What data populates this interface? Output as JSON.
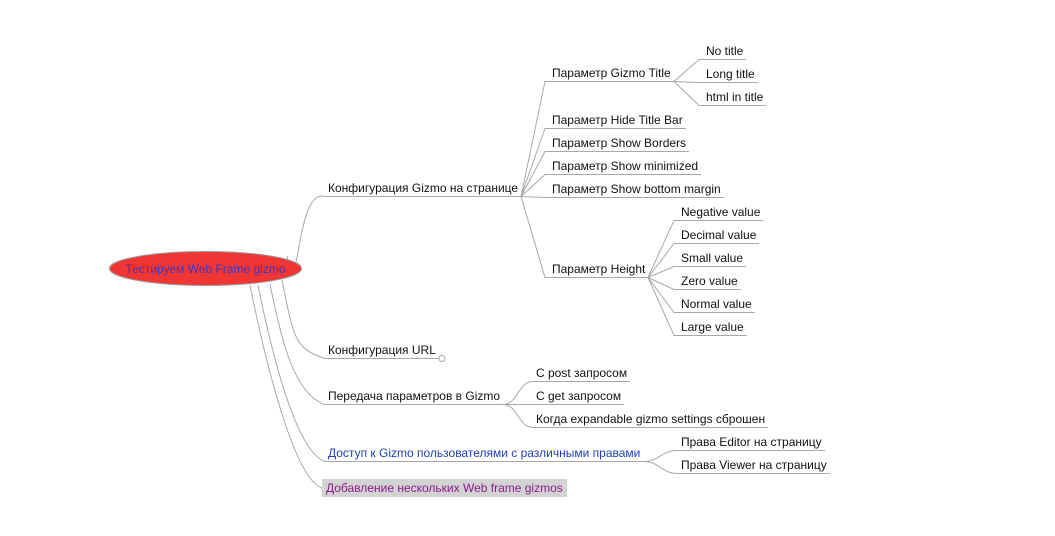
{
  "colors": {
    "root_fill": "#f03535",
    "line": "#a8a8a8",
    "link_text": "#1f3fb5",
    "selected_text": "#8a1a8a",
    "selected_bg": "#d3d3d3"
  },
  "map": {
    "root": "Тестируем Web Frame gizmo",
    "branches": {
      "config": {
        "label": "Конфигурация Gizmo на странице",
        "gizmo_title": {
          "label": "Параметр Gizmo Title",
          "children": [
            "No title",
            "Long title",
            "html in title"
          ]
        },
        "hide_title": "Параметр Hide Title Bar",
        "show_borders": "Параметр Show Borders",
        "show_minimized": "Параметр Show minimized",
        "show_bottom": "Параметр Show bottom margin",
        "height": {
          "label": "Параметр Height",
          "children": [
            "Negative value",
            "Decimal value",
            "Small value",
            "Zero value",
            "Normal value",
            "Large value"
          ]
        }
      },
      "url": {
        "label": "Конфигурация URL",
        "collapsed": true
      },
      "params": {
        "label": "Передача параметров в Gizmo",
        "children": [
          "С post запросом",
          "С get запросом",
          "Когда expandable gizmo settings сброшен"
        ]
      },
      "access": {
        "label": "Доступ к Gizmo пользователями с различными правами",
        "children": [
          "Права Editor на страницу",
          "Права Viewer на страницу"
        ]
      },
      "multi": {
        "label": "Добавление нескольких Web frame gizmos",
        "selected": true
      }
    }
  }
}
